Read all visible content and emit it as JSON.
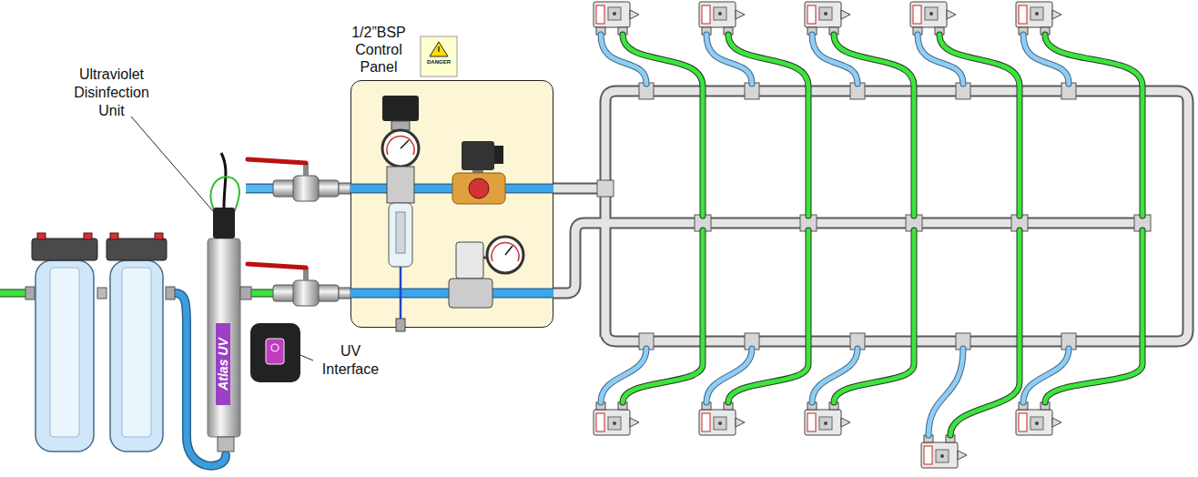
{
  "diagram": {
    "nodes": [
      {
        "text": [
          "1/2”BSP Control Panel"
        ]
      }
    ],
    "labels": [
      "Ultraviolet Disinfection Unit",
      "UV Interface",
      "Atlas UV",
      "DANGER"
    ]
  }
}
